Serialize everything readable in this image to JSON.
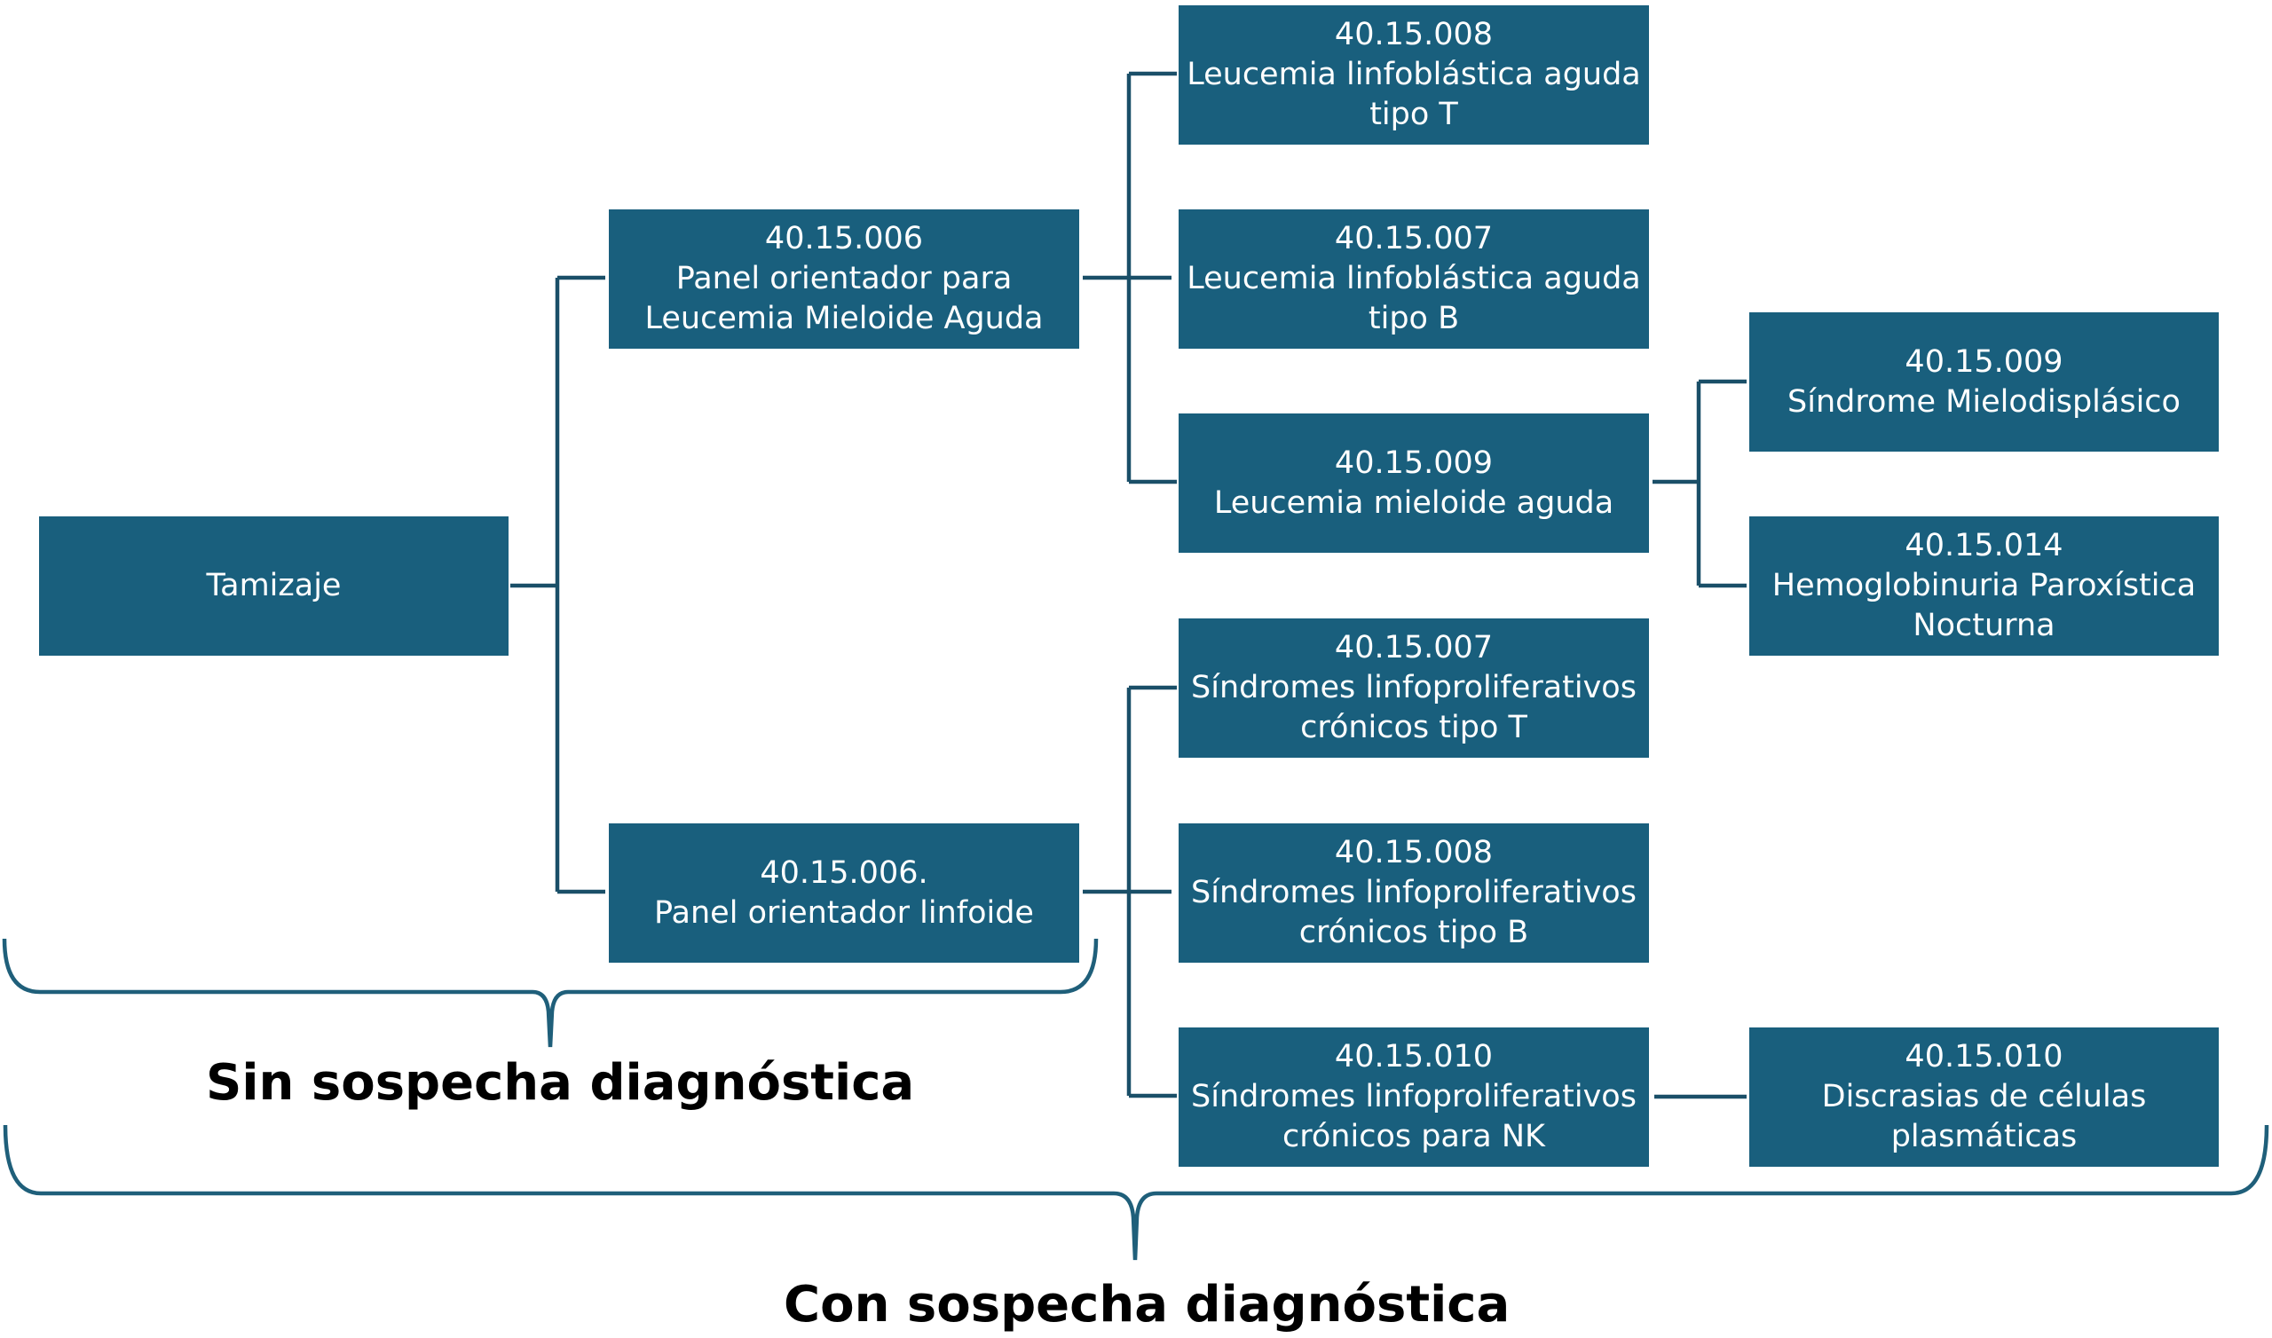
{
  "colors": {
    "node_fill": "#195f7d",
    "node_text": "#ffffff",
    "connector": "#1a4f68",
    "brace": "#1f5f7a"
  },
  "nodes": {
    "root": {
      "lines": [
        "Tamizaje"
      ]
    },
    "panel_mieloide": {
      "lines": [
        "40.15.006",
        "Panel orientador para",
        "Leucemia Mieloide Aguda"
      ]
    },
    "panel_linfoide": {
      "lines": [
        "40.15.006.",
        "Panel orientador linfoide"
      ]
    },
    "lla_t": {
      "lines": [
        "40.15.008",
        "Leucemia linfoblástica aguda",
        "tipo T"
      ]
    },
    "lla_b": {
      "lines": [
        "40.15.007",
        "Leucemia linfoblástica aguda",
        "tipo B"
      ]
    },
    "lma": {
      "lines": [
        "40.15.009",
        "Leucemia mieloide aguda"
      ]
    },
    "sld_t": {
      "lines": [
        "40.15.007",
        "Síndromes linfoproliferativos",
        "crónicos tipo T"
      ]
    },
    "sld_b": {
      "lines": [
        "40.15.008",
        "Síndromes linfoproliferativos",
        "crónicos tipo B"
      ]
    },
    "sld_nk": {
      "lines": [
        "40.15.010",
        "Síndromes linfoproliferativos",
        "crónicos para NK"
      ]
    },
    "smd": {
      "lines": [
        "40.15.009",
        "Síndrome Mielodisplásico"
      ]
    },
    "hpn": {
      "lines": [
        "40.15.014",
        "Hemoglobinuria Paroxística",
        "Nocturna"
      ]
    },
    "discrasias": {
      "lines": [
        "40.15.010",
        "Discrasias de células",
        "plasmáticas"
      ]
    }
  },
  "captions": {
    "sin_sospecha": "Sin sospecha diagnóstica",
    "con_sospecha": "Con sospecha diagnóstica"
  }
}
